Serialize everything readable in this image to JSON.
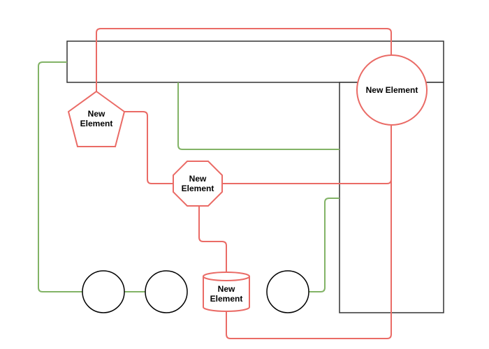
{
  "diagram": {
    "colors": {
      "background": "#ffffff",
      "frame_stroke": "#333333",
      "red_stroke": "#ea6b66",
      "green_stroke": "#82b366",
      "circle_stroke": "#000000"
    },
    "nodes": {
      "circle_large": {
        "shape": "circle",
        "label": "New Element"
      },
      "pentagon": {
        "shape": "pentagon",
        "label_lines": [
          "New",
          "Element"
        ]
      },
      "octagon": {
        "shape": "octagon",
        "label_lines": [
          "New",
          "Element"
        ]
      },
      "cylinder": {
        "shape": "cylinder",
        "label_lines": [
          "New",
          "Element"
        ]
      },
      "circle_1": {
        "shape": "circle",
        "label": ""
      },
      "circle_2": {
        "shape": "circle",
        "label": ""
      },
      "circle_3": {
        "shape": "circle",
        "label": ""
      }
    },
    "frames": {
      "top_bar": {
        "shape": "rectangle"
      },
      "right_column": {
        "shape": "rectangle"
      }
    },
    "edges": [
      {
        "id": "red-pentagon-to-circle-top",
        "color": "red"
      },
      {
        "id": "red-pentagon-to-octagon",
        "color": "red"
      },
      {
        "id": "red-octagon-to-circle",
        "color": "red"
      },
      {
        "id": "red-octagon-to-cylinder",
        "color": "red"
      },
      {
        "id": "red-cylinder-to-circle-bottom",
        "color": "red"
      },
      {
        "id": "green-topbar-to-circle1",
        "color": "green"
      },
      {
        "id": "green-circle1-to-circle2",
        "color": "green"
      },
      {
        "id": "green-topbar-to-rightcolumn",
        "color": "green"
      },
      {
        "id": "green-circle3-to-rightcolumn",
        "color": "green"
      }
    ]
  }
}
